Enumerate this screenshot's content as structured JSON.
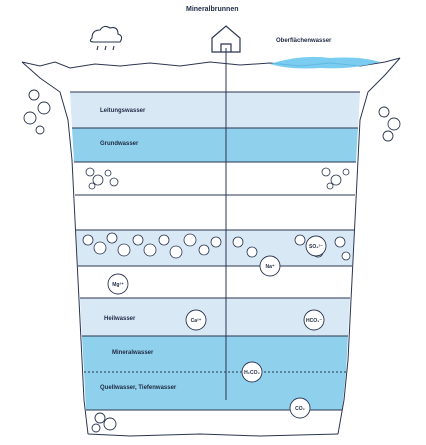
{
  "title": "Mineralbrunnen",
  "surface_label": "Oberflächenwasser",
  "layers": {
    "tap_water": "Leitungswasser",
    "groundwater": "Grundwasser",
    "healing_water": "Heilwasser",
    "mineral_water": "Mineralwasser",
    "spring_water": "Quellwasser, Tiefenwasser"
  },
  "ions": {
    "mg": "Mg²⁺",
    "ca": "Ca²⁺",
    "na": "Na⁺",
    "so4": "SO₄²⁻",
    "hco3": "HCO₃⁻",
    "h2co3": "H₂CO₃",
    "co2": "CO₂"
  },
  "icons": {
    "rain": "rain-cloud-icon",
    "house": "house-icon"
  },
  "colors": {
    "outline": "#2a3550",
    "light_blue": "#d9e8f5",
    "mid_blue": "#8fd0ec",
    "bright_blue": "#66c4ee",
    "surface_water": "#6cc6ef"
  }
}
